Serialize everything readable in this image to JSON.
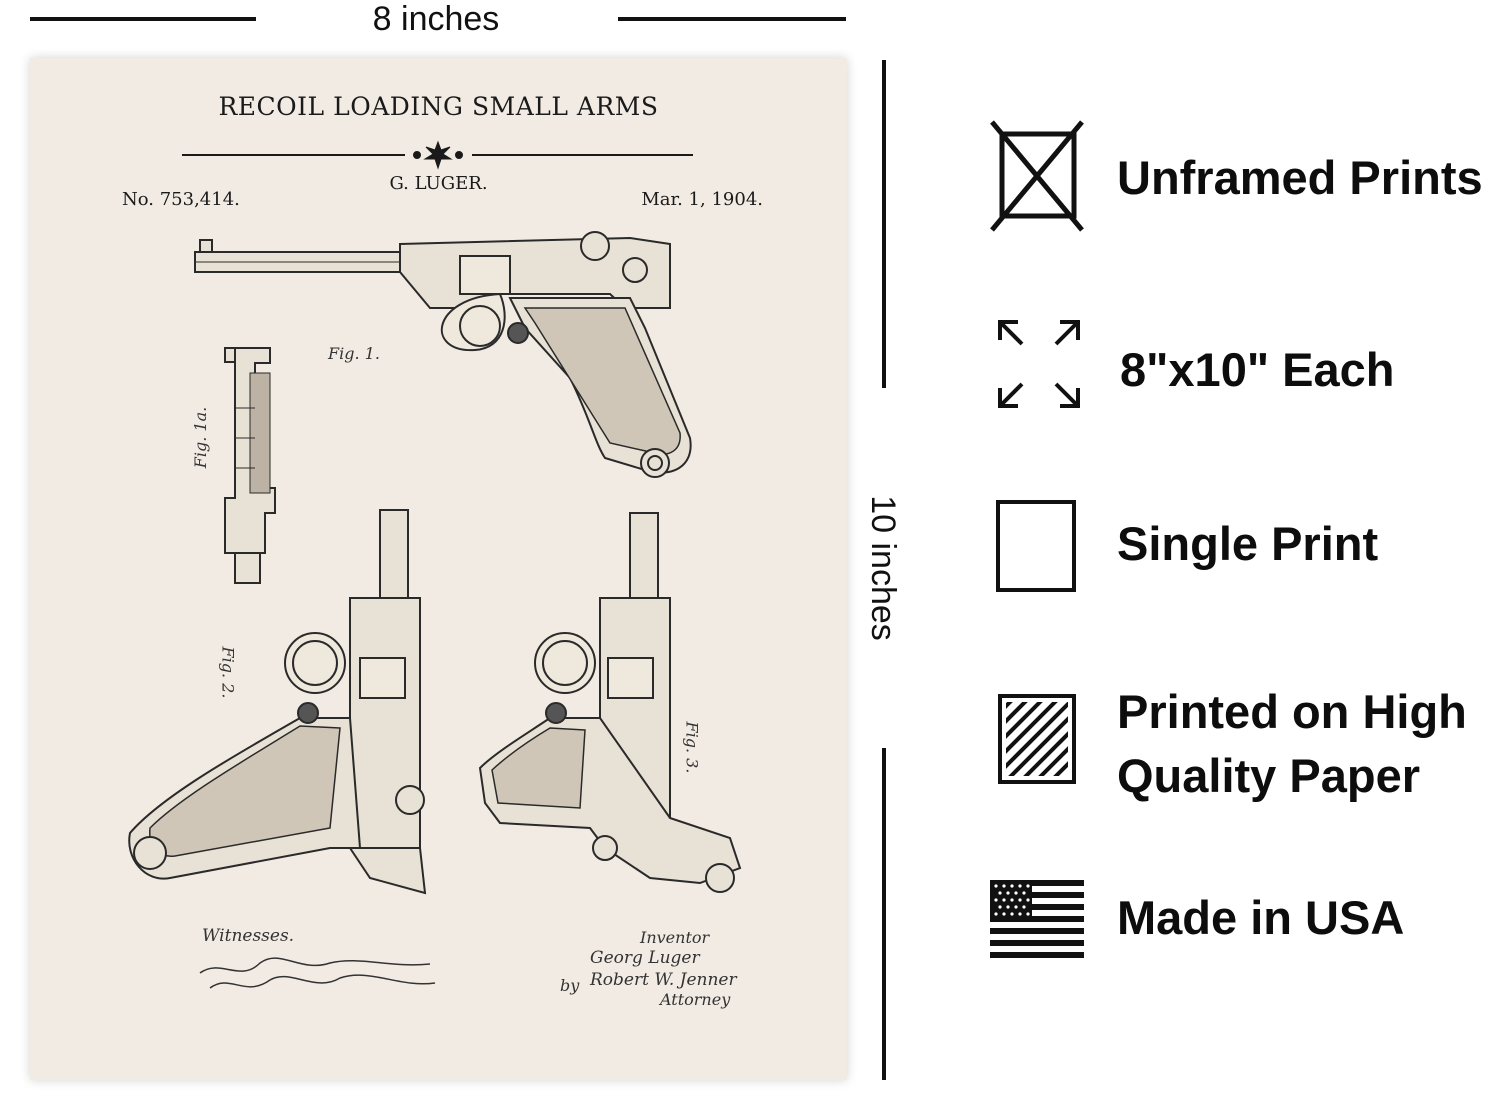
{
  "dimensions": {
    "width_label": "8 inches",
    "height_label": "10 inches"
  },
  "poster": {
    "title": "RECOIL LOADING SMALL ARMS",
    "inventor": "G. LUGER.",
    "patent_number": "No. 753,414.",
    "date": "Mar. 1, 1904.",
    "fig_labels": [
      "Fig. 1.",
      "Fig. 1a.",
      "Fig. 2.",
      "Fig. 3."
    ],
    "witnesses_label": "Witnesses.",
    "inventor_label": "Inventor",
    "inventor_signature": "Georg Luger",
    "by_label": "by",
    "attorney_signature": "Robert W. Jenner",
    "attorney_label": "Attorney",
    "background_color": "#f1ebe3"
  },
  "features": [
    {
      "icon": "unframed-icon",
      "label": "Unframed Prints"
    },
    {
      "icon": "expand-size-icon",
      "label": "8\"x10\" Each"
    },
    {
      "icon": "single-print-icon",
      "label": "Single Print"
    },
    {
      "icon": "paper-quality-icon",
      "label_line1": "Printed on High",
      "label_line2": "Quality Paper"
    },
    {
      "icon": "us-flag-icon",
      "label": "Made in USA"
    }
  ]
}
